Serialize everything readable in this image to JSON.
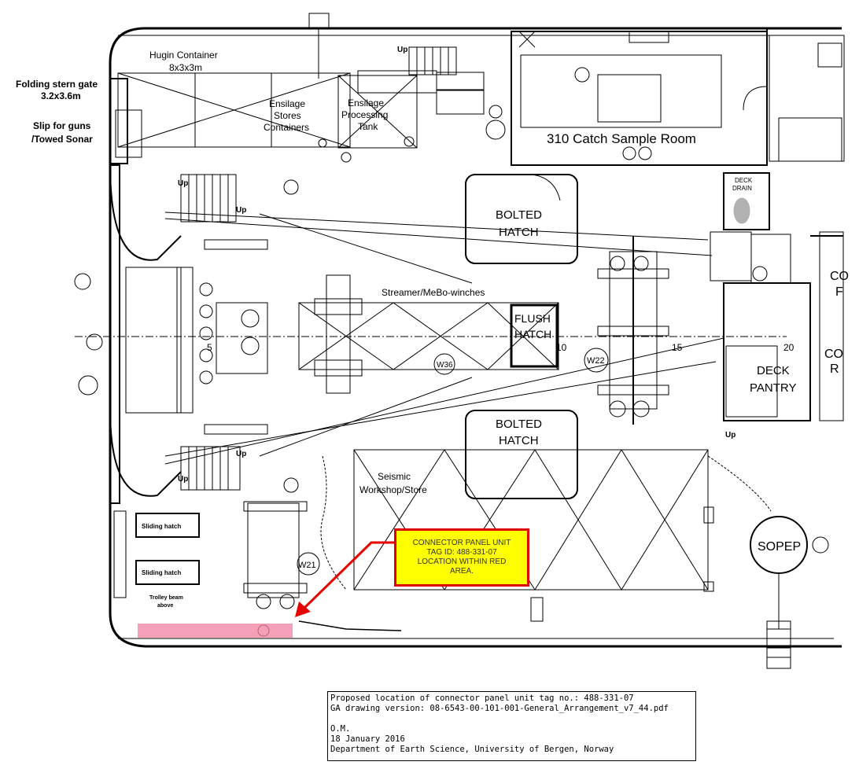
{
  "labels": {
    "folding_stern_gate": "Folding stern gate",
    "stern_gate_size": "3.2x3.6m",
    "slip_guns": "Slip for guns",
    "towed_sonar": "/Towed Sonar",
    "hugin_container": "Hugin Container",
    "hugin_size": "8x3x3m",
    "ensilage_stores_1": "Ensilage",
    "ensilage_stores_2": "Stores",
    "ensilage_stores_3": "Containers",
    "ensilage_proc_1": "Ensilage",
    "ensilage_proc_2": "Processing",
    "ensilage_proc_3": "Tank",
    "catch_sample_room": "310 Catch Sample Room",
    "bolted_hatch_top_1": "BOLTED",
    "bolted_hatch_top_2": "HATCH",
    "bolted_hatch_bottom_1": "BOLTED",
    "bolted_hatch_bottom_2": "HATCH",
    "flush_hatch_1": "FLUSH",
    "flush_hatch_2": "HATCH",
    "streamer_winches": "Streamer/MeBo-winches",
    "deck_drain_1": "DECK",
    "deck_drain_2": "DRAIN",
    "deck_pantry_1": "DECK",
    "deck_pantry_2": "PANTRY",
    "seismic_workshop_1": "Seismic",
    "seismic_workshop_2": "Workshop/Store",
    "sopep": "SOPEP",
    "w22": "W22",
    "w36": "W36",
    "w21": "W21",
    "sliding_hatch_1": "Sliding hatch",
    "sliding_hatch_2": "Sliding hatch",
    "trolley_beam_1": "Trolley beam",
    "trolley_beam_2": "above",
    "up_1": "Up",
    "up_2": "Up",
    "up_3": "Up",
    "up_4": "Up",
    "up_5": "Up",
    "up_6": "Up",
    "right_co_1": "CO",
    "right_co_2": "F",
    "right_co_3": "CO",
    "right_co_4": "R",
    "grid_5": "5",
    "grid_10": "10",
    "grid_15": "15",
    "grid_20": "20"
  },
  "callout": {
    "line1": "CONNECTOR PANEL UNIT",
    "line2": "TAG ID: 488-331-07",
    "line3": "LOCATION WITHIN RED",
    "line4": "AREA."
  },
  "info": {
    "line1": "Proposed location of connector panel unit tag no.: 488-331-07",
    "line2": "GA drawing version: 08-6543-00-101-001-General_Arrangement_v7_44.pdf",
    "line3": "O.M.",
    "line4": "18 January 2016",
    "line5": "Department of Earth Science, University of Bergen, Norway"
  },
  "colors": {
    "highlight_area": "#f4a0b8",
    "arrow": "#e60000",
    "callout_fill": "#ffff00",
    "callout_border": "#e00000"
  }
}
